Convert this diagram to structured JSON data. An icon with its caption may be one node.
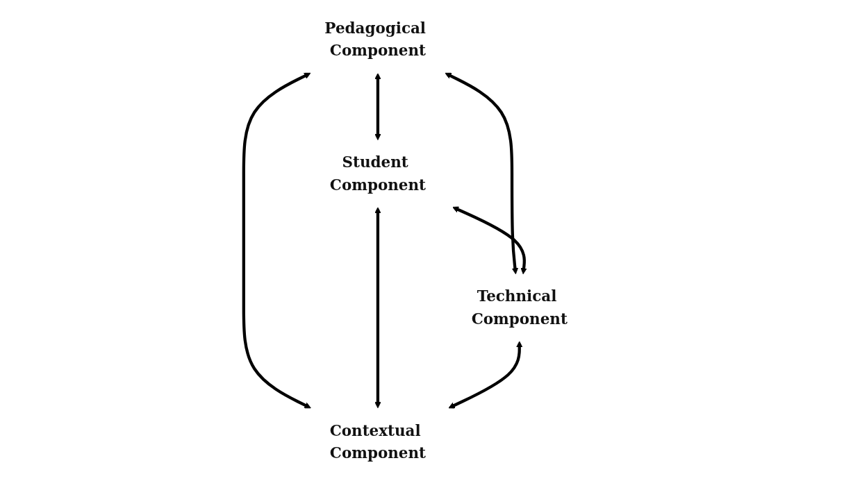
{
  "diagram": {
    "nodes": [
      {
        "text": [
          "Pedagogical Component"
        ]
      },
      {
        "text": [
          "Student Component"
        ]
      },
      {
        "text": [
          "Technical Component"
        ]
      },
      {
        "text": [
          "Contextual Component"
        ]
      }
    ],
    "edges": [
      {
        "from": 0,
        "to": 1,
        "arrow": "both"
      },
      {
        "from": 0,
        "to": 2,
        "arrow": "both"
      },
      {
        "from": 1,
        "to": 2,
        "arrow": "both"
      },
      {
        "from": 0,
        "to": 3,
        "arrow": "both"
      },
      {
        "from": 1,
        "to": 3,
        "arrow": "both"
      },
      {
        "from": 2,
        "to": 3,
        "arrow": "both"
      }
    ]
  }
}
